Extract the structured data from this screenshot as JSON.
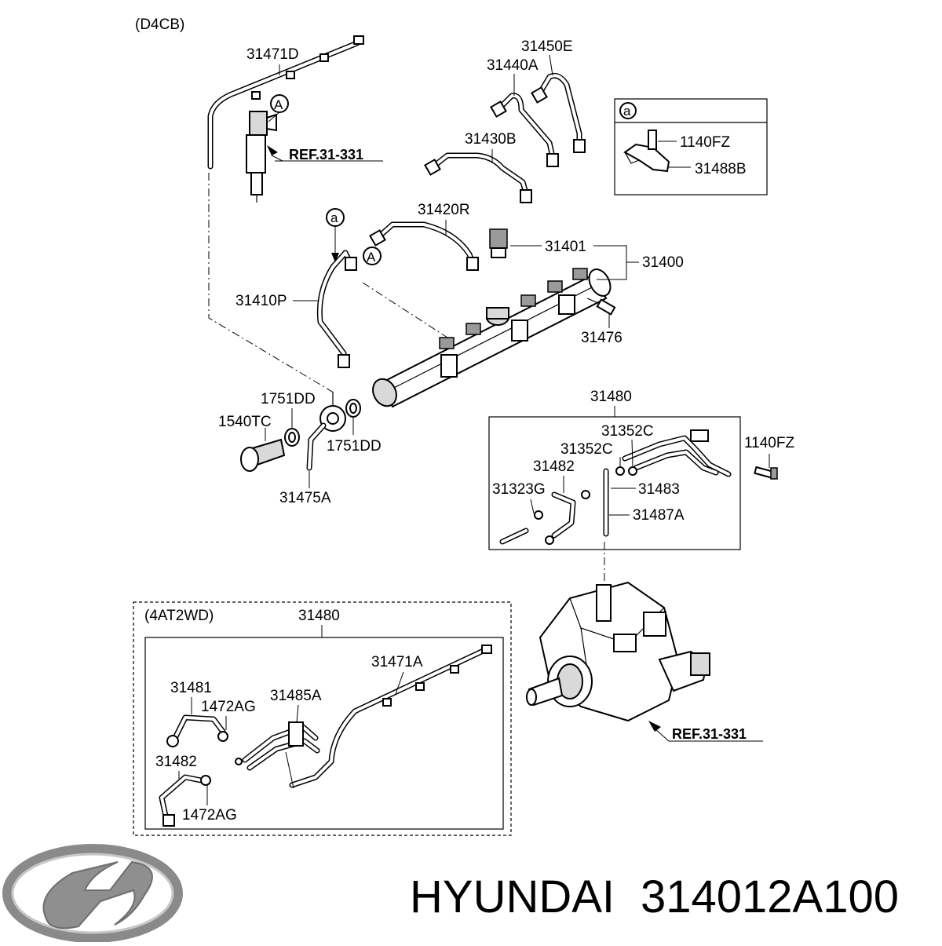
{
  "diagram": {
    "header_code": "(D4CB)",
    "callout_letters": {
      "a": "a",
      "A": "A"
    },
    "ref_labels": {
      "injector_ref": "REF.31-331",
      "pump_ref": "REF.31-331"
    },
    "parts": {
      "p31471D": "31471D",
      "p31450E": "31450E",
      "p31440A": "31440A",
      "p31430B": "31430B",
      "p31420R": "31420R",
      "p31401": "31401",
      "p31400": "31400",
      "p31410P": "31410P",
      "p31476": "31476",
      "p1751DD_top": "1751DD",
      "p1540TC": "1540TC",
      "p1751DD_bottom": "1751DD",
      "p31475A": "31475A"
    },
    "detail_a": {
      "p1140FZ": "1140FZ",
      "p31488B": "31488B"
    },
    "assembly_31480": {
      "title": "31480",
      "p31352C_top": "31352C",
      "p31352C_mid": "31352C",
      "p1140FZ": "1140FZ",
      "p31482": "31482",
      "p31323G": "31323G",
      "p31483": "31483",
      "p31487A": "31487A"
    },
    "variant_4at2wd": {
      "variant_label": "(4AT2WD)",
      "title": "31480",
      "p31471A": "31471A",
      "p31481": "31481",
      "p1472AG_top": "1472AG",
      "p31485A": "31485A",
      "p31482": "31482",
      "p1472AG_bottom": "1472AG"
    }
  },
  "footer": {
    "brand": "HYUNDAI",
    "part_number": "314012A100",
    "logo_icon": "hyundai-logo-icon"
  }
}
